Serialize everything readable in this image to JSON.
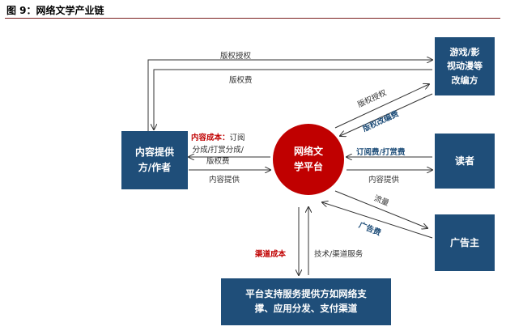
{
  "title": "图 9：网络文学产业链",
  "nodes": {
    "author": "内容提供\n方/作者",
    "platform": "网络文\n学平台",
    "games": "游戏/影\n视动漫等\n改编方",
    "readers": "读者",
    "advertiser": "广告主",
    "support": "平台支持服务提供方如网络支\n撑、应用分发、支付渠道"
  },
  "edges": {
    "top_license": "版权授权",
    "top_fee": "版权费",
    "author_income_red": "内容成本：",
    "author_income_rest": "订阅\n分成/打赏分成/\n版权费",
    "content_supply_author": "内容提供",
    "games_license": "版权授权",
    "games_fee": "版权改编费",
    "reader_pay": "订阅费/打赏费",
    "reader_content": "内容提供",
    "traffic": "流量",
    "ad_fee": "广告费",
    "channel_cost": "渠道成本",
    "tech_service": "技术/渠道服务"
  },
  "colors": {
    "box": "#1f4e79",
    "circle": "#c00000",
    "accent_red": "#c00000",
    "accent_blue": "#1f4e79"
  }
}
